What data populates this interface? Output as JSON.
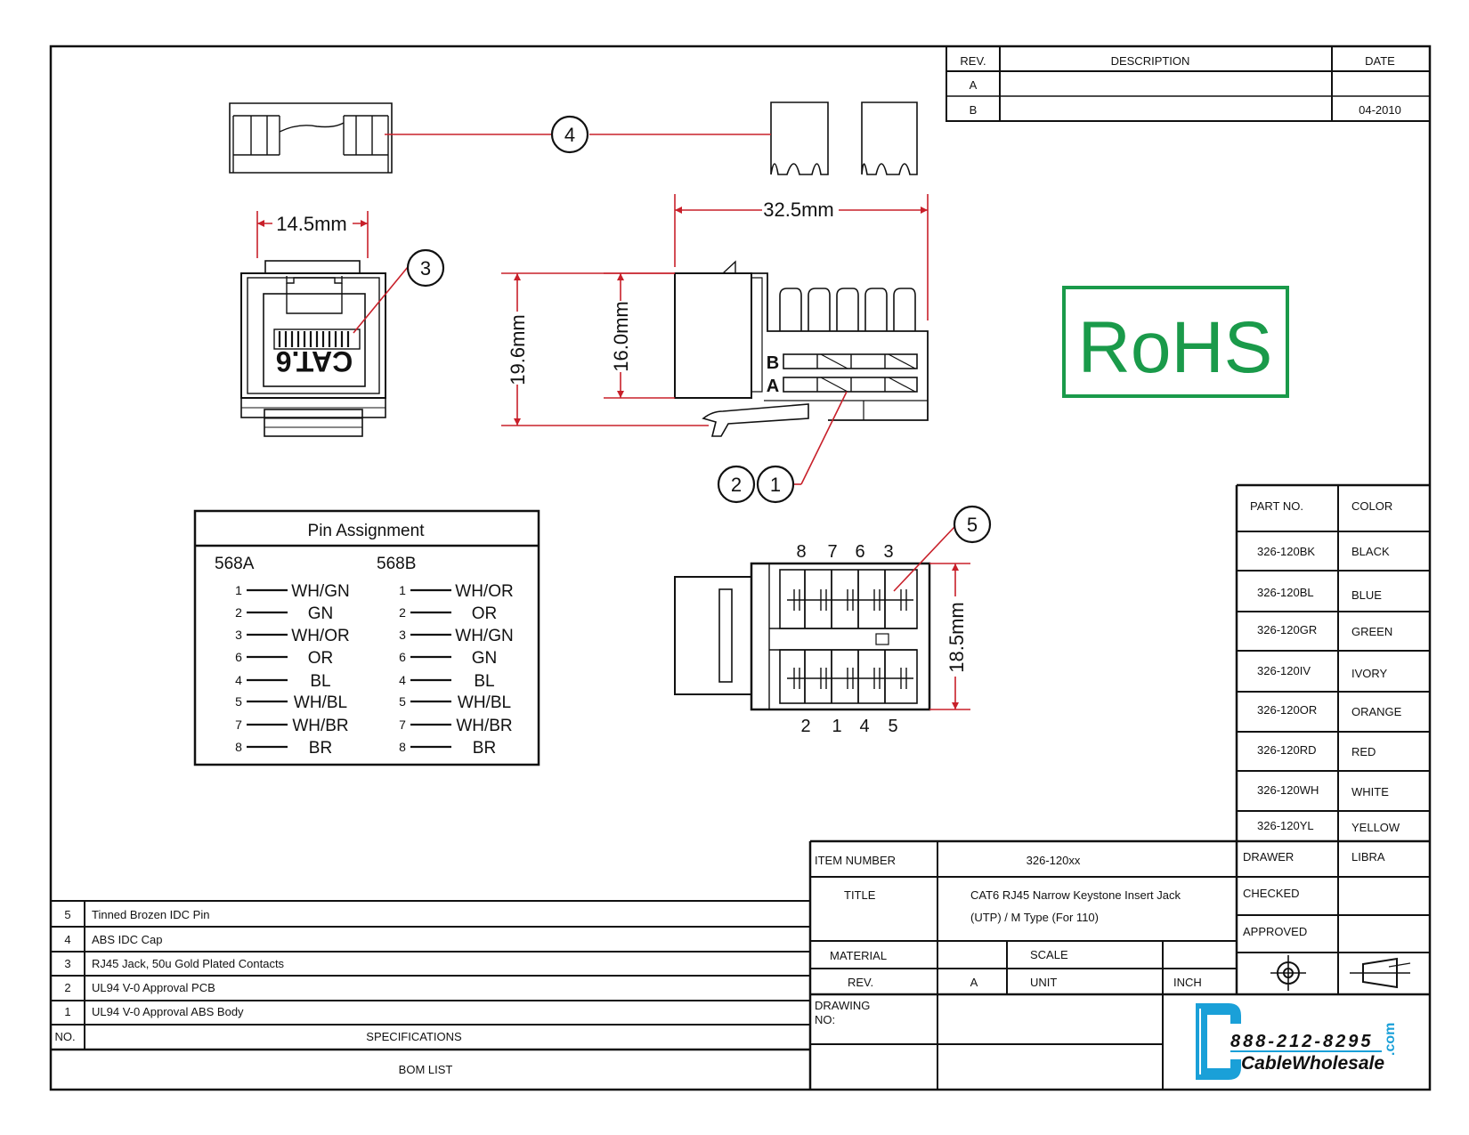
{
  "revision_table": {
    "headers": [
      "REV.",
      "DESCRIPTION",
      "DATE"
    ],
    "rows": [
      {
        "rev": "A",
        "description": "",
        "date": ""
      },
      {
        "rev": "B",
        "description": "",
        "date": "04-2010"
      }
    ]
  },
  "dimensions": {
    "width_front": "14.5mm",
    "length_side": "32.5mm",
    "height_total": "19.6mm",
    "height_body": "16.0mm",
    "height_bottom": "18.5mm"
  },
  "callouts": [
    "1",
    "2",
    "3",
    "4",
    "5"
  ],
  "jack_text": "CAT.6",
  "side_row_labels": [
    "B",
    "A"
  ],
  "bottom_pin_numbers_top": [
    "8",
    "7",
    "6",
    "3"
  ],
  "bottom_pin_numbers_bottom": [
    "2",
    "1",
    "4",
    "5"
  ],
  "rohs_label": "RoHS",
  "pin_assignment": {
    "title": "Pin Assignment",
    "col_a_title": "568A",
    "col_b_title": "568B",
    "a": [
      {
        "pin": "1",
        "wire": "WH/GN"
      },
      {
        "pin": "2",
        "wire": "GN"
      },
      {
        "pin": "3",
        "wire": "WH/OR"
      },
      {
        "pin": "6",
        "wire": "OR"
      },
      {
        "pin": "4",
        "wire": "BL"
      },
      {
        "pin": "5",
        "wire": "WH/BL"
      },
      {
        "pin": "7",
        "wire": "WH/BR"
      },
      {
        "pin": "8",
        "wire": "BR"
      }
    ],
    "b": [
      {
        "pin": "1",
        "wire": "WH/OR"
      },
      {
        "pin": "2",
        "wire": "OR"
      },
      {
        "pin": "3",
        "wire": "WH/GN"
      },
      {
        "pin": "6",
        "wire": "GN"
      },
      {
        "pin": "4",
        "wire": "BL"
      },
      {
        "pin": "5",
        "wire": "WH/BL"
      },
      {
        "pin": "7",
        "wire": "WH/BR"
      },
      {
        "pin": "8",
        "wire": "BR"
      }
    ]
  },
  "parts_table": {
    "headers": [
      "PART NO.",
      "COLOR"
    ],
    "rows": [
      {
        "part": "326-120BK",
        "color": "BLACK"
      },
      {
        "part": "326-120BL",
        "color": "BLUE"
      },
      {
        "part": "326-120GR",
        "color": "GREEN"
      },
      {
        "part": "326-120IV",
        "color": "IVORY"
      },
      {
        "part": "326-120OR",
        "color": "ORANGE"
      },
      {
        "part": "326-120RD",
        "color": "RED"
      },
      {
        "part": "326-120WH",
        "color": "WHITE"
      },
      {
        "part": "326-120YL",
        "color": "YELLOW"
      }
    ]
  },
  "bom": {
    "rows": [
      {
        "no": "5",
        "spec": "Tinned Brozen IDC Pin"
      },
      {
        "no": "4",
        "spec": "ABS IDC Cap"
      },
      {
        "no": "3",
        "spec": "RJ45 Jack, 50u Gold Plated Contacts"
      },
      {
        "no": "2",
        "spec": "UL94 V-0 Approval PCB"
      },
      {
        "no": "1",
        "spec": "UL94 V-0 Approval ABS Body"
      }
    ],
    "no_header": "NO.",
    "spec_header": "SPECIFICATIONS",
    "footer": "BOM LIST"
  },
  "title_block": {
    "item_number_label": "ITEM NUMBER",
    "item_number_value": "326-120xx",
    "title_label": "TITLE",
    "title_line1": "CAT6 RJ45 Narrow Keystone Insert Jack",
    "title_line2": "(UTP) / M Type (For 110)",
    "material_label": "MATERIAL",
    "scale_label": "SCALE",
    "rev_label": "REV.",
    "rev_value": "A",
    "unit_label": "UNIT",
    "unit_value": "INCH",
    "drawing_no_label1": "DRAWING",
    "drawing_no_label2": "NO:",
    "drawer_label": "DRAWER",
    "drawer_value": "LIBRA",
    "checked_label": "CHECKED",
    "approved_label": "APPROVED"
  },
  "logo": {
    "phone": "888-212-8295",
    "brand": "CableWholesale",
    "suffix": ".com"
  },
  "colors": {
    "dimension_red": "#c8202a",
    "rohs_green": "#1a9a4a",
    "logo_blue": "#1aa0d8"
  }
}
